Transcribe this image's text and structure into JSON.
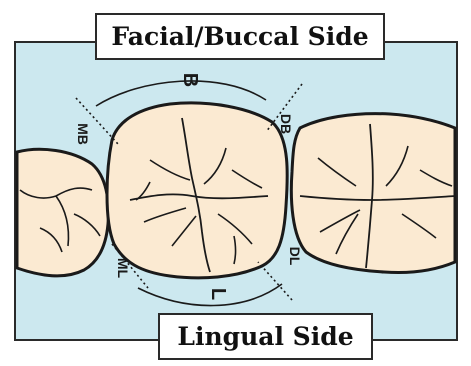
{
  "labels": {
    "top": "Facial/Buccal Side",
    "bottom": "Lingual Side"
  },
  "annotations": {
    "b": "B",
    "l": "L",
    "mb": "MB",
    "db": "DB",
    "ml": "ML",
    "dl": "DL"
  },
  "colors": {
    "background": "#cce8ef",
    "tooth_fill": "#fbead2",
    "outline": "#1a1a1a"
  }
}
